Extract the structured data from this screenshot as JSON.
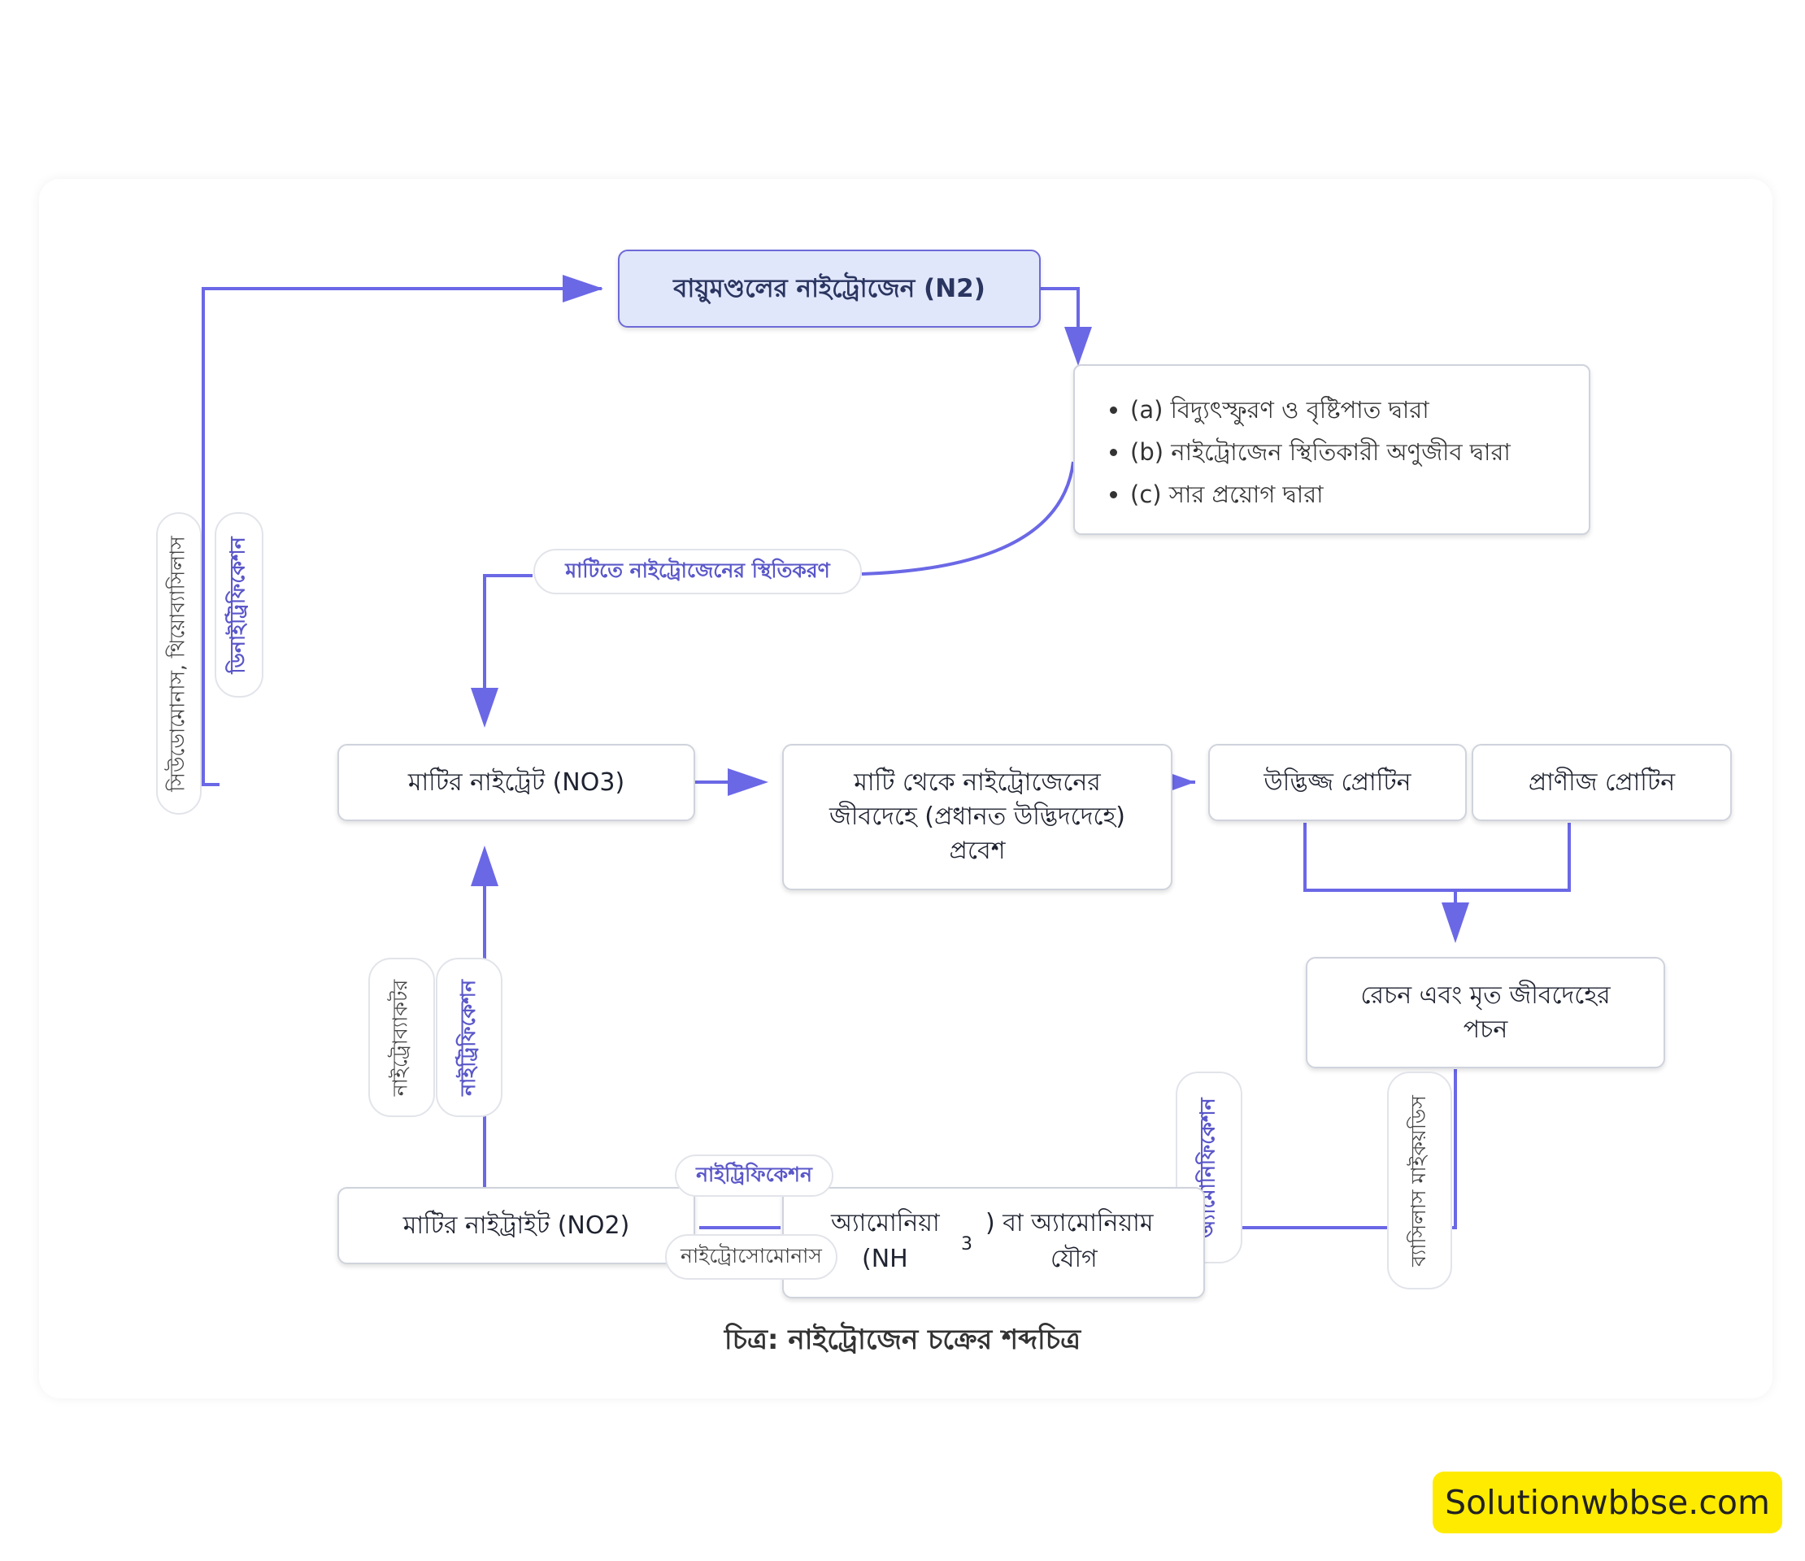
{
  "nodes": {
    "atmosphere": "বায়ুমণ্ডলের নাইট্রোজেন (N2)",
    "methods": [
      "(a) বিদ্যুৎস্ফুরণ ও বৃষ্টিপাত দ্বারা",
      "(b) নাইট্রোজেন স্থিতিকারী অণুজীব দ্বারা",
      "(c) সার প্রয়োগ দ্বারা"
    ],
    "nitrate": "মাটির নাইট্রেট (NO3)",
    "entry_line1": "মাটি থেকে নাইট্রোজেনের",
    "entry_line2": "জীবদেহে (প্রধানত উদ্ভিদদেহে)",
    "entry_line3": "প্রবেশ",
    "plant_protein": "উদ্ভিজ্জ প্রোটিন",
    "animal_protein": "প্রাণীজ প্রোটিন",
    "decay_line1": "রেচন এবং মৃত জীবদেহের",
    "decay_line2": "পচন",
    "nitrite": "মাটির নাইট্রাইট (NO2)",
    "ammonia_a": "অ্যামোনিয়া",
    "ammonia_b": ") বা অ্যামোনিয়াম",
    "ammonia_c": "(NH",
    "ammonia_sub": "3",
    "ammonia_d": "যৌগ"
  },
  "labels": {
    "fixation": "মাটিতে নাইট্রোজেনের স্থিতিকরণ",
    "denitrification": "ডিনাইট্রিফিকেশন",
    "denitrifiers": "সিউডোমোনাস, থিয়োব্যাসিলাস",
    "nitrification_up": "নাইট্রিফিকেশন",
    "nitrobacter": "নাইট্রোব্যাকটর",
    "nitrification_mid": "নাইট্রিফিকেশন",
    "nitrosomonas": "নাইট্রোসোমোনাস",
    "ammonification": "অ্যামোনিফিকেশন",
    "bacillus": "ব্যাসিলাস মাইকয়ডিস"
  },
  "caption": "চিত্র: নাইট্রোজেন চক্রের শব্দচিত্র",
  "brand": "Solutionwbbse.com",
  "colors": {
    "arrow": "#6b68e6",
    "accent_text": "#5a57c9",
    "top_node_fill": "#e1e7fb",
    "brand_bg": "#ffeb00"
  }
}
